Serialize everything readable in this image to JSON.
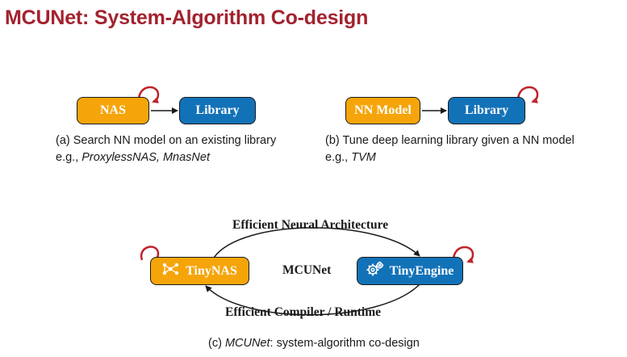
{
  "title": "MCUNet: System-Algorithm Co-design",
  "diagram_a": {
    "node_left": "NAS",
    "node_right": "Library",
    "caption_line1": "(a) Search NN model on an existing library",
    "caption_line2_prefix": "e.g., ",
    "caption_line2_italic": "ProxylessNAS, MnasNet"
  },
  "diagram_b": {
    "node_left": "NN Model",
    "node_right": "Library",
    "caption_line1": "(b) Tune deep learning library given a NN model",
    "caption_line2_prefix": "e.g., ",
    "caption_line2_italic": "TVM"
  },
  "diagram_c": {
    "node_left": "TinyNAS",
    "node_right": "TinyEngine",
    "center_label": "MCUNet",
    "top_arc_label": "Efficient Neural Architecture",
    "bottom_arc_label": "Efficient Compiler / Runtime",
    "caption_prefix": "(c) ",
    "caption_italic": "MCUNet",
    "caption_suffix": ": system-algorithm co-design"
  },
  "colors": {
    "title": "#a3222f",
    "orange_node": "#f5a50a",
    "blue_node": "#1272b8",
    "loop_arrow": "#c0222a",
    "edge": "#1a1a1a"
  },
  "icons": {
    "tinynas": "network-nodes-icon",
    "tinyengine": "gears-icon"
  }
}
